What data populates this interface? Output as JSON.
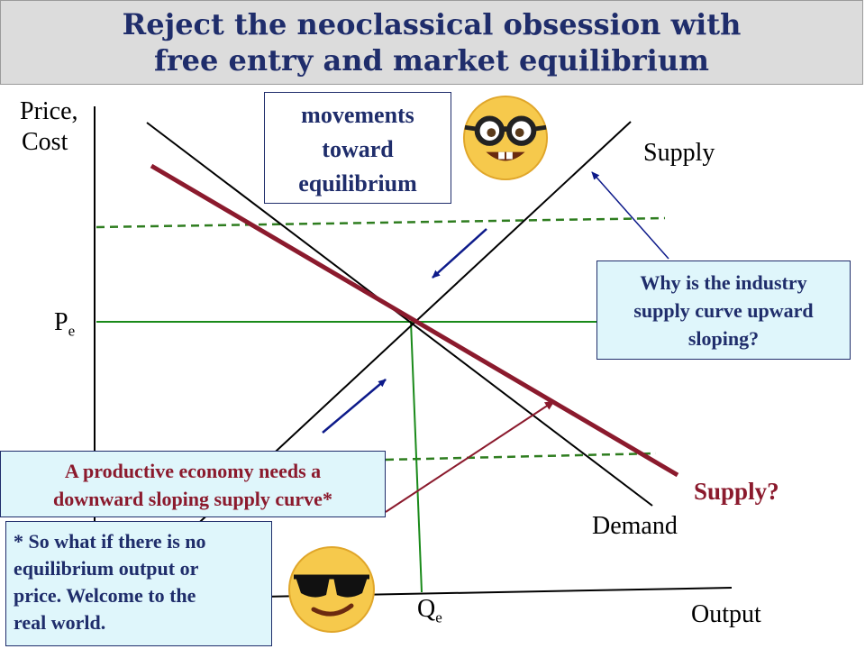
{
  "title": {
    "line1": "Reject the neoclassical obsession with",
    "line2": "free entry and market equilibrium"
  },
  "axes": {
    "y_label_line1": "Price,",
    "y_label_line2": "Cost",
    "x_label": "Output",
    "pe_label": "P",
    "pe_sub": "e",
    "qe_label": "Q",
    "qe_sub": "e"
  },
  "curves": {
    "supply_label": "Supply",
    "demand_label": "Demand",
    "supply_question_label": "Supply?"
  },
  "callouts": {
    "movements": [
      "movements",
      "toward",
      "equilibrium"
    ],
    "why": [
      "Why is the industry",
      "supply curve upward",
      "sloping?"
    ],
    "productive": [
      "A productive economy needs a",
      "downward sloping supply curve*"
    ],
    "sowhat": [
      "* So what if there is no",
      "equilibrium output or",
      "price. Welcome to the",
      "real world."
    ]
  },
  "icons": {
    "nerd": "nerd-face-emoji-icon",
    "cool": "sunglasses-face-emoji-icon"
  },
  "colors": {
    "title_text": "#1f2d6b",
    "title_bg": "#dcdcdc",
    "callout_bg": "#dff6fb",
    "navy_text": "#1f2d6b",
    "maroon": "#8b1a2d",
    "green": "#1a8a1a",
    "dashed_green": "#2e7d1f",
    "arrow_blue": "#0d1a8a",
    "emoji_yellow": "#f6c94c"
  }
}
